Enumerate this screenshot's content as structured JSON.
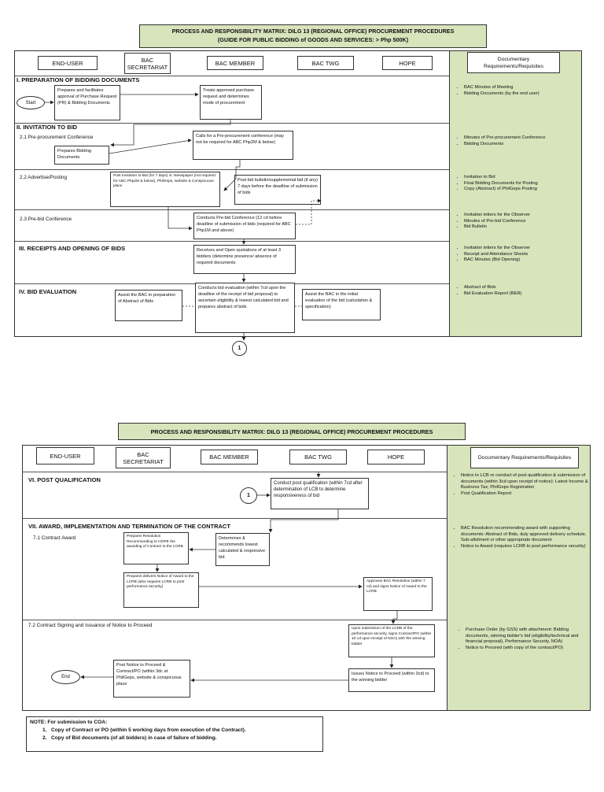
{
  "page1": {
    "title_line1": "PROCESS AND RESPONSIBILITY MATRIX: DILG 13 (REGIONAL OFFICE) PROCUREMENT PROCEDURES",
    "title_line2": "(GUIDE FOR PUBLIC BIDDING of GOODS AND SERVICES: > Php 500K)",
    "headers": {
      "end_user": "END-USER",
      "bac_secretariat": "BAC SECRETARIAT",
      "bac_member": "BAC MEMBER",
      "bac_twg": "BAC TWG",
      "hope": "HOPE",
      "documentary": "Documentary Requirements/Requisites"
    },
    "sections": {
      "s1": "I.    PREPARATION OF BIDDING DOCUMENTS",
      "s2": "II.    INVITATION TO BID",
      "s2_1": "2.1  Pre-procurement Conference",
      "s2_2": "2.2  Advertise/Posting",
      "s2_3": "2.3  Pre-bid Conference",
      "s3": "III.   RECEIPTS AND OPENING OF BIDS",
      "s4": "IV.   BID EVALUATION"
    },
    "boxes": {
      "start": "Start",
      "prepares_pr": "Prepares and facilitates approval of Purchase Request (PR) & Bidding Documents",
      "treats_pr": "Treats approved purchase request and determines mode of procurement",
      "calls_preproc": "Calls for a Pre-procurement conference (may not be required for ABC Php2M & below)",
      "prepares_bidding": "Prepares Bidding Documents",
      "post_invitation": "Post Invitation to Bid (for 7 days) in: Newspaper (not required for ABC Php2M & below), PhilGeps, website & Conspicuous place",
      "post_bulletin": "Post bid bulletin/supplemental bid (if any) 7 days before the deadline of submission of bids",
      "conducts_prebid": "Conducts Pre-bid Conference (12 cd before deadline of submission of bids (required for ABC Php1M and above)",
      "receives_open": "Receives and Open quotations of at least 3 bidders (determine presence/ absence of required documents",
      "conducts_eval": "Conducts bid evaluation (within 7cd upon the deadline of the receipt of bid proposal) to ascertain eligibility & lowest calculated bid and prepares abstract of bids",
      "assist_abstract": "Assist the BAC in preparation of Abstract of Bids",
      "assist_initial": "Assist the BAC in the initial evaluation of the bid (calculation & specification)",
      "connector": "1"
    },
    "requirements": {
      "r1": [
        "BAC Minutes of Meeting",
        "Bidding Documents (by the end user)"
      ],
      "r2": [
        "Minutes of Pre-procurement Conference",
        "Bidding Documents"
      ],
      "r3": [
        "Invitation to Bid",
        "Final Bidding Documents for Posting",
        "Copy (Abstract) of PhilGeps Posting"
      ],
      "r4": [
        "Invitation letters for the Observer",
        "Minutes of Pre-bid Conference",
        "Bid Bulletin"
      ],
      "r5": [
        "Invitation letters for the Observer",
        "Receipt and Attendance Sheets",
        "BAC Minutes (Bid Opening)"
      ],
      "r6": [
        "Abstract of Bids",
        "Bid Evaluation Report (BER)"
      ]
    }
  },
  "page2": {
    "title": "PROCESS AND RESPONSIBILITY MATRIX: DILG 13 (REGIONAL OFFICE) PROCUREMENT PROCEDURES",
    "headers": {
      "end_user": "END-USER",
      "bac_secretariat": "BAC SECRETARIAT",
      "bac_member": "BAC MEMBER",
      "bac_twg": "BAC TWG",
      "hope": "HOPE",
      "documentary": "Documentary Requirements/Requisites"
    },
    "sections": {
      "s6": "VI.   POST QUALIFICATION",
      "s7": "VII. AWARD, IMPLEMENTATION AND TERMINATION OF THE CONTRACT",
      "s7_1": "7.1  Contract Award",
      "s7_2": "7.2  Contract Signing and Issuance of Notice to Proceed"
    },
    "boxes": {
      "connector": "1",
      "conduct_postqual": "Conduct post qualification (within 7cd after determination of LCB to determine responsiveness of bid",
      "prepares_resolution": "Prepares Resolution Recommending to HOPE the awarding of Contract to the LCRB",
      "determines_lowest": "Determines & recommends lowest calculated & responsive bid",
      "prepares_notice": "Prepares delivers Notice of Award to the LCRB (also requires LCRB to post performance security)",
      "approves_resolution": "Approves BAC Resolution (within 7 cd) and signs Notice of Award to the LCRB",
      "upon_submission": "Upon submission of the LCRB of the performance security, signs Contract/PO (within 10 cd upon receipt of NOA) with the winning bidder",
      "issues_ntp": "Issues Notice to Proceed (within 3cd) to the winning bidder",
      "post_ntp": "Post Notice to Proceed & Contract/PO (within 3dc at PhilGeps, website & conspicuous place",
      "end": "End"
    },
    "requirements": {
      "r1": [
        "Notice to LCB re conduct of post qualification & submission of documents (within 3cd upon receipt of notice): Latest Income & Business Tax; PhilGeps Registration",
        "Post Qualification Report"
      ],
      "r2": [
        "BAC Resolution recommending award with supporting documents: Abstract of Bids, duly approved delivery schedule, Sub-allotment or other appropriate document",
        "Notice to Award (requires LCRB to post performance security)"
      ],
      "r3": [
        "Purchase Order (by GSS) with attachment: Bidding documents, winning bidder's bid (eligibility/technical and financial proposal), Performance Security, NOA)",
        "Notice to Proceed (with copy of the contract/PO)"
      ]
    },
    "note": {
      "title": "NOTE: For submission to COA:",
      "items": [
        "Copy of Contract or PO (within 5 working days from execution of the Contract).",
        "Copy of Bid documents (of all bidders) in case of failure of bidding."
      ]
    }
  }
}
